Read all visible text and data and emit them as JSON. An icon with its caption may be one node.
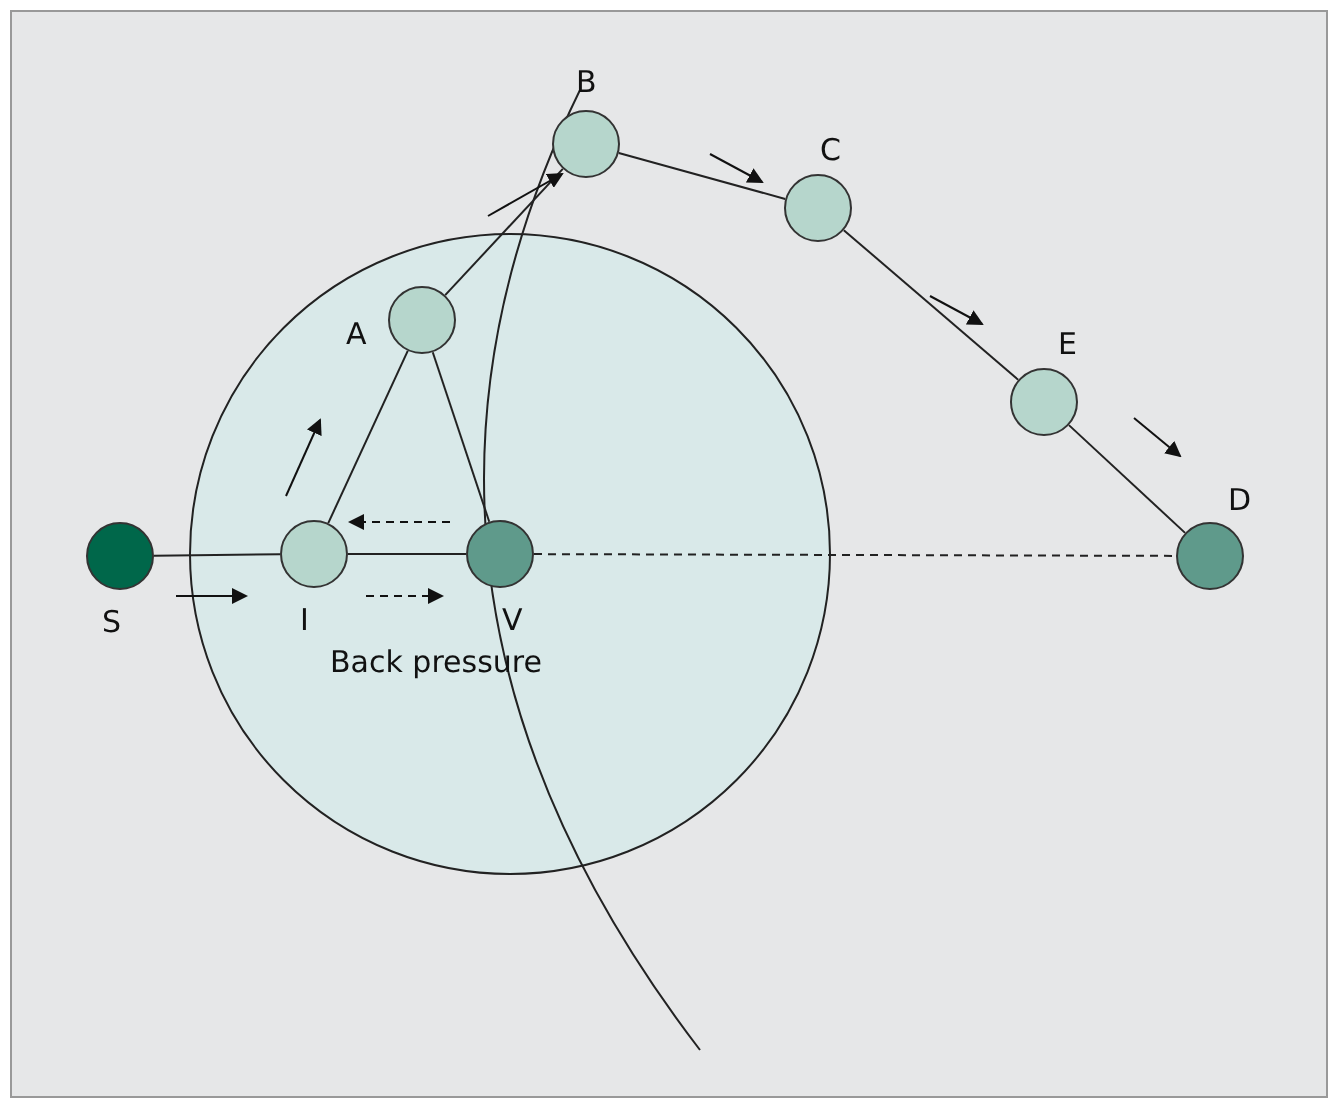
{
  "diagram": {
    "nodes": [
      {
        "text": [
          "B"
        ]
      },
      {
        "text": [
          "C"
        ]
      },
      {
        "text": [
          "A"
        ]
      },
      {
        "text": [
          "E"
        ]
      },
      {
        "text": [
          "S"
        ]
      },
      {
        "text": [
          "I"
        ]
      },
      {
        "text": [
          "V"
        ]
      },
      {
        "text": [
          "D"
        ]
      }
    ],
    "edges": [
      {
        "from": 4,
        "to": 5,
        "arrow": "none"
      },
      {
        "from": 5,
        "to": 6,
        "arrow": "none"
      },
      {
        "from": 6,
        "to": 7,
        "arrow": "none",
        "style": "dashed"
      },
      {
        "from": 5,
        "to": 2,
        "arrow": "none"
      },
      {
        "from": 2,
        "to": 6,
        "arrow": "none"
      },
      {
        "from": 2,
        "to": 0,
        "arrow": "none"
      },
      {
        "from": 0,
        "to": 1,
        "arrow": "none"
      },
      {
        "from": 1,
        "to": 3,
        "arrow": "none"
      },
      {
        "from": 3,
        "to": 7,
        "arrow": "none"
      }
    ],
    "labels": [
      "Back pressure"
    ]
  }
}
